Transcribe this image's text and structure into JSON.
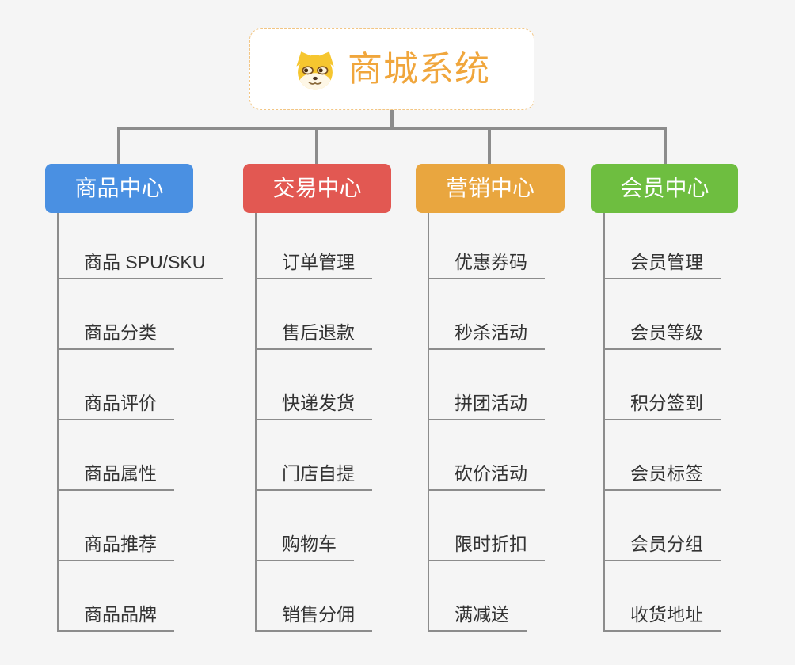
{
  "root": {
    "label": "商城系统",
    "icon": "dog-face-icon"
  },
  "branches": [
    {
      "label": "商品中心",
      "color": "#4A90E2",
      "children": [
        "商品 SPU/SKU",
        "商品分类",
        "商品评价",
        "商品属性",
        "商品推荐",
        "商品品牌"
      ]
    },
    {
      "label": "交易中心",
      "color": "#E25852",
      "children": [
        "订单管理",
        "售后退款",
        "快递发货",
        "门店自提",
        "购物车",
        "销售分佣"
      ]
    },
    {
      "label": "营销中心",
      "color": "#E9A63F",
      "children": [
        "优惠券码",
        "秒杀活动",
        "拼团活动",
        "砍价活动",
        "限时折扣",
        "满减送"
      ]
    },
    {
      "label": "会员中心",
      "color": "#6EBE40",
      "children": [
        "会员管理",
        "会员等级",
        "积分签到",
        "会员标签",
        "会员分组",
        "收货地址"
      ]
    }
  ],
  "colors": {
    "background": "#F5F5F5",
    "connector": "#8C8C8C",
    "root_accent": "#F0A63C",
    "root_border": "#F2C583",
    "item_text": "#333333"
  }
}
